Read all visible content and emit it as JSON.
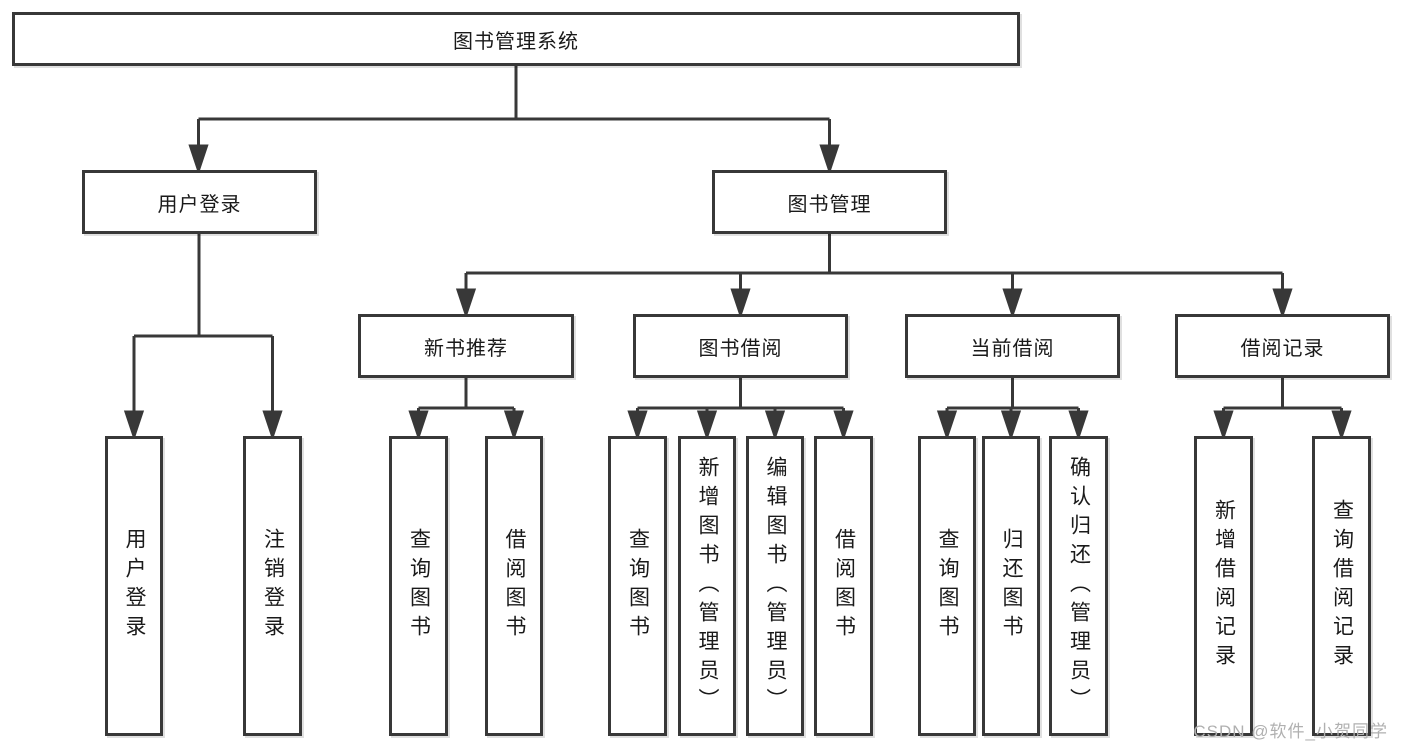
{
  "diagram": {
    "root": "图书管理系统",
    "level2": [
      "用户登录",
      "图书管理"
    ],
    "level3": [
      "新书推荐",
      "图书借阅",
      "当前借阅",
      "借阅记录"
    ],
    "leaves": [
      "用户登录",
      "注销登录",
      "查询图书",
      "借阅图书",
      "查询图书",
      "新增图书（管理员）",
      "编辑图书（管理员）",
      "借阅图书",
      "查询图书",
      "归还图书",
      "确认归还（管理员）",
      "新增借阅记录",
      "查询借阅记录"
    ],
    "watermark": "CSDN @软件_小贺同学",
    "colors": {
      "line": "#383838",
      "text": "#1a1a1a",
      "background": "#ffffff",
      "watermark": "#b0b0b0"
    }
  }
}
